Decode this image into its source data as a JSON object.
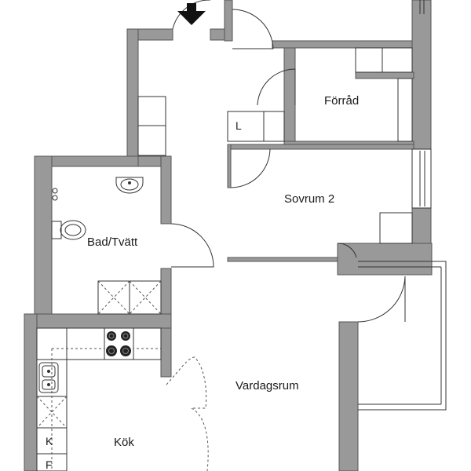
{
  "rooms": {
    "storage": "Förråd",
    "bedroom2": "Sovrum 2",
    "bath_laundry": "Bad/Tvätt",
    "living": "Vardagsrum",
    "kitchen": "Kök"
  },
  "markers": {
    "wardrobe_l": "L",
    "fridge_k": "K",
    "freezer_f": "F"
  },
  "colors": {
    "wall": "#999999",
    "wall_edge": "#555555",
    "line": "#333333",
    "background": "#ffffff"
  },
  "icons": [
    "entrance-arrow-icon",
    "washbasin-icon",
    "toilet-icon",
    "stove-icon",
    "sink-icon",
    "washer-icon",
    "dryer-icon"
  ]
}
